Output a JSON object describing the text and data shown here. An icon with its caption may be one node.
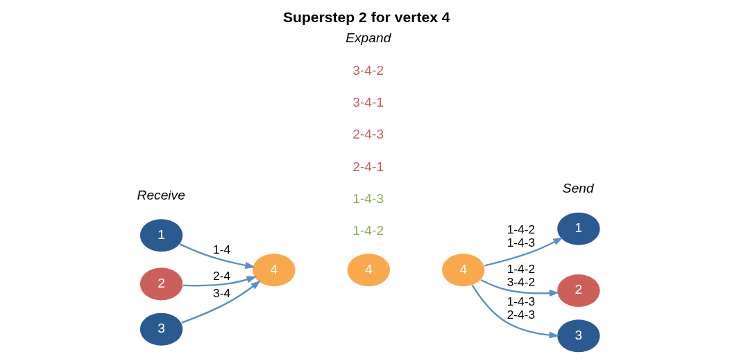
{
  "diagram": {
    "title": "Superstep 2 for vertex 4",
    "nodes": [
      {
        "text": [
          "1"
        ]
      },
      {
        "text": [
          "2"
        ]
      },
      {
        "text": [
          "3"
        ]
      },
      {
        "text": [
          "4"
        ]
      },
      {
        "text": [
          "4"
        ]
      },
      {
        "text": [
          "4"
        ]
      },
      {
        "text": [
          "1"
        ]
      },
      {
        "text": [
          "2"
        ]
      },
      {
        "text": [
          "3"
        ]
      }
    ],
    "edges": [
      {
        "from": 0,
        "to": 3,
        "arrow": "to",
        "label": "1-4"
      },
      {
        "from": 1,
        "to": 3,
        "arrow": "to",
        "label": "2-4"
      },
      {
        "from": 2,
        "to": 3,
        "arrow": "to",
        "label": "3-4"
      },
      {
        "from": 5,
        "to": 6,
        "arrow": "to",
        "label": "1-4-2 1-4-3"
      },
      {
        "from": 5,
        "to": 7,
        "arrow": "to",
        "label": "1-4-2 3-4-2"
      },
      {
        "from": 5,
        "to": 8,
        "arrow": "to",
        "label": "1-4-3 2-4-3"
      }
    ],
    "labels": [
      "1-4-2",
      "1-4-3",
      "2-4-1",
      "2-4-3",
      "3-4-1",
      "3-4-2",
      "Receive",
      "Expand",
      "Send"
    ]
  }
}
